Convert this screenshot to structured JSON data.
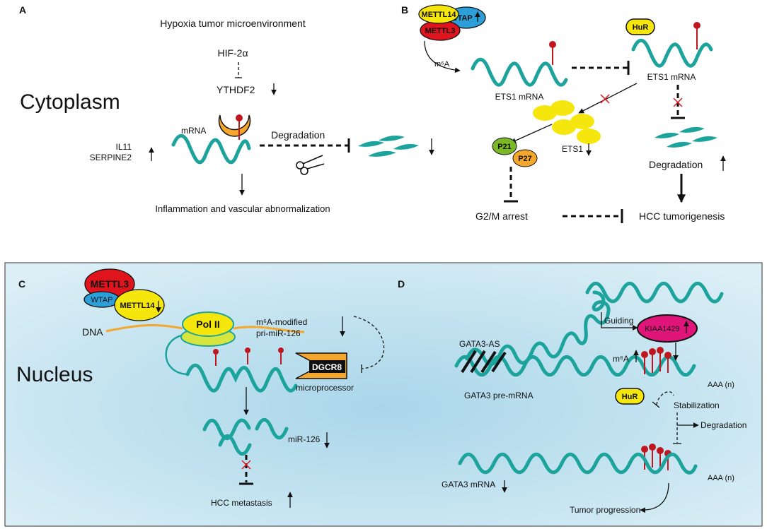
{
  "panels": {
    "a": "A",
    "b": "B",
    "c": "C",
    "d": "D"
  },
  "panel_a": {
    "title": "Hypoxia  tumor microenvironment",
    "hif": "HIF-2α",
    "ythdf2": "YTHDF2",
    "location": "Cytoplasm",
    "mrna": "mRNA",
    "degradation": "Degradation",
    "genes": [
      "IL11",
      "SERPINE2"
    ],
    "outcome": "Inflammation and vascular abnormalization"
  },
  "panel_b": {
    "writers": {
      "mettl14": "METTL14",
      "wtap": "WTAP",
      "mettl3": "METTL3"
    },
    "m6a": "m⁶A",
    "ets1_mrna_left": "ETS1 mRNA",
    "hur": "HuR",
    "ets1_mrna_right": "ETS1 mRNA",
    "ets1_protein": "ETS1",
    "p21": "P21",
    "p27": "P27",
    "degradation": "Degradation",
    "arrest": "G2/M arrest",
    "tumorigenesis": "HCC tumorigenesis"
  },
  "panel_c": {
    "writers": {
      "mettl3": "METTL3",
      "wtap": "WTAP",
      "mettl14": "METTL14"
    },
    "dna": "DNA",
    "pol": "Pol II",
    "pri_line1": "m⁶A-modified",
    "pri_line2": "pri-miR-126",
    "dgcr8": "DGCR8",
    "microprocessor": "microprocessor",
    "location": "Nucleus",
    "mir": "miR-126",
    "metastasis": "HCC metastasis"
  },
  "panel_d": {
    "guiding": "Guiding",
    "kiaa": "KIAA1429",
    "as": "GATA3-AS",
    "m6a": "m⁶A",
    "poly_a_top": "AAA (n)",
    "pre_mrna": "GATA3 pre-mRNA",
    "hur": "HuR",
    "stabilization": "Stabilization",
    "degradation": "Degradation",
    "poly_a_bottom": "AAA (n)",
    "mrna": "GATA3 mRNA",
    "progression": "Tumor progression"
  },
  "colors": {
    "rna": "#1ba39c",
    "m6a_mark": "#c0171e",
    "yellow": "#f5e60d",
    "orange": "#f4a72c",
    "red": "#e0141c",
    "blue": "#2c9fd9",
    "magenta": "#e0157a",
    "green": "#7bb827",
    "nucleus_bg": "#bfe0ee"
  }
}
